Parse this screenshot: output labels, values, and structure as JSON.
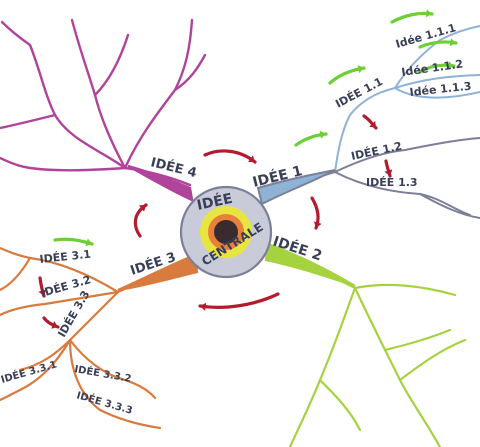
{
  "colors": {
    "purple": "#b0439a",
    "blue": "#8fb3d4",
    "green": "#a6d23f",
    "orange": "#d97a3f",
    "gray": "#7c7f98",
    "red_arrow": "#b11d2e",
    "green_arrow": "#6ccf35",
    "center_fill": "#c9ccd8",
    "center_ring": "#e8e440",
    "center_inner": "#e87f3a",
    "center_eye": "#3a2c2e"
  },
  "center": {
    "title_line1": "IDÉE",
    "title_line2": "CENTRALE"
  },
  "ideas": {
    "idee1": "IDÉE 1",
    "idee2": "IDÉE 2",
    "idee3": "IDÉE 3",
    "idee4": "IDÉE 4"
  },
  "sub_ideas": {
    "i11": "IDÉE 1.1",
    "i12": "IDÉE 1.2",
    "i13": "IDÉE 1.3",
    "i111": "Idée 1.1.1",
    "i112": "Idée 1.1.2",
    "i113": "Idée 1.1.3",
    "i31": "IDÉE 3.1",
    "i32": "IDÉE 3.2",
    "i33": "IDÉE 3.3",
    "i331": "IDÉE 3.3.1",
    "i332": "IDÉE 3.3.2",
    "i333": "IDÉE 3.3.3"
  }
}
